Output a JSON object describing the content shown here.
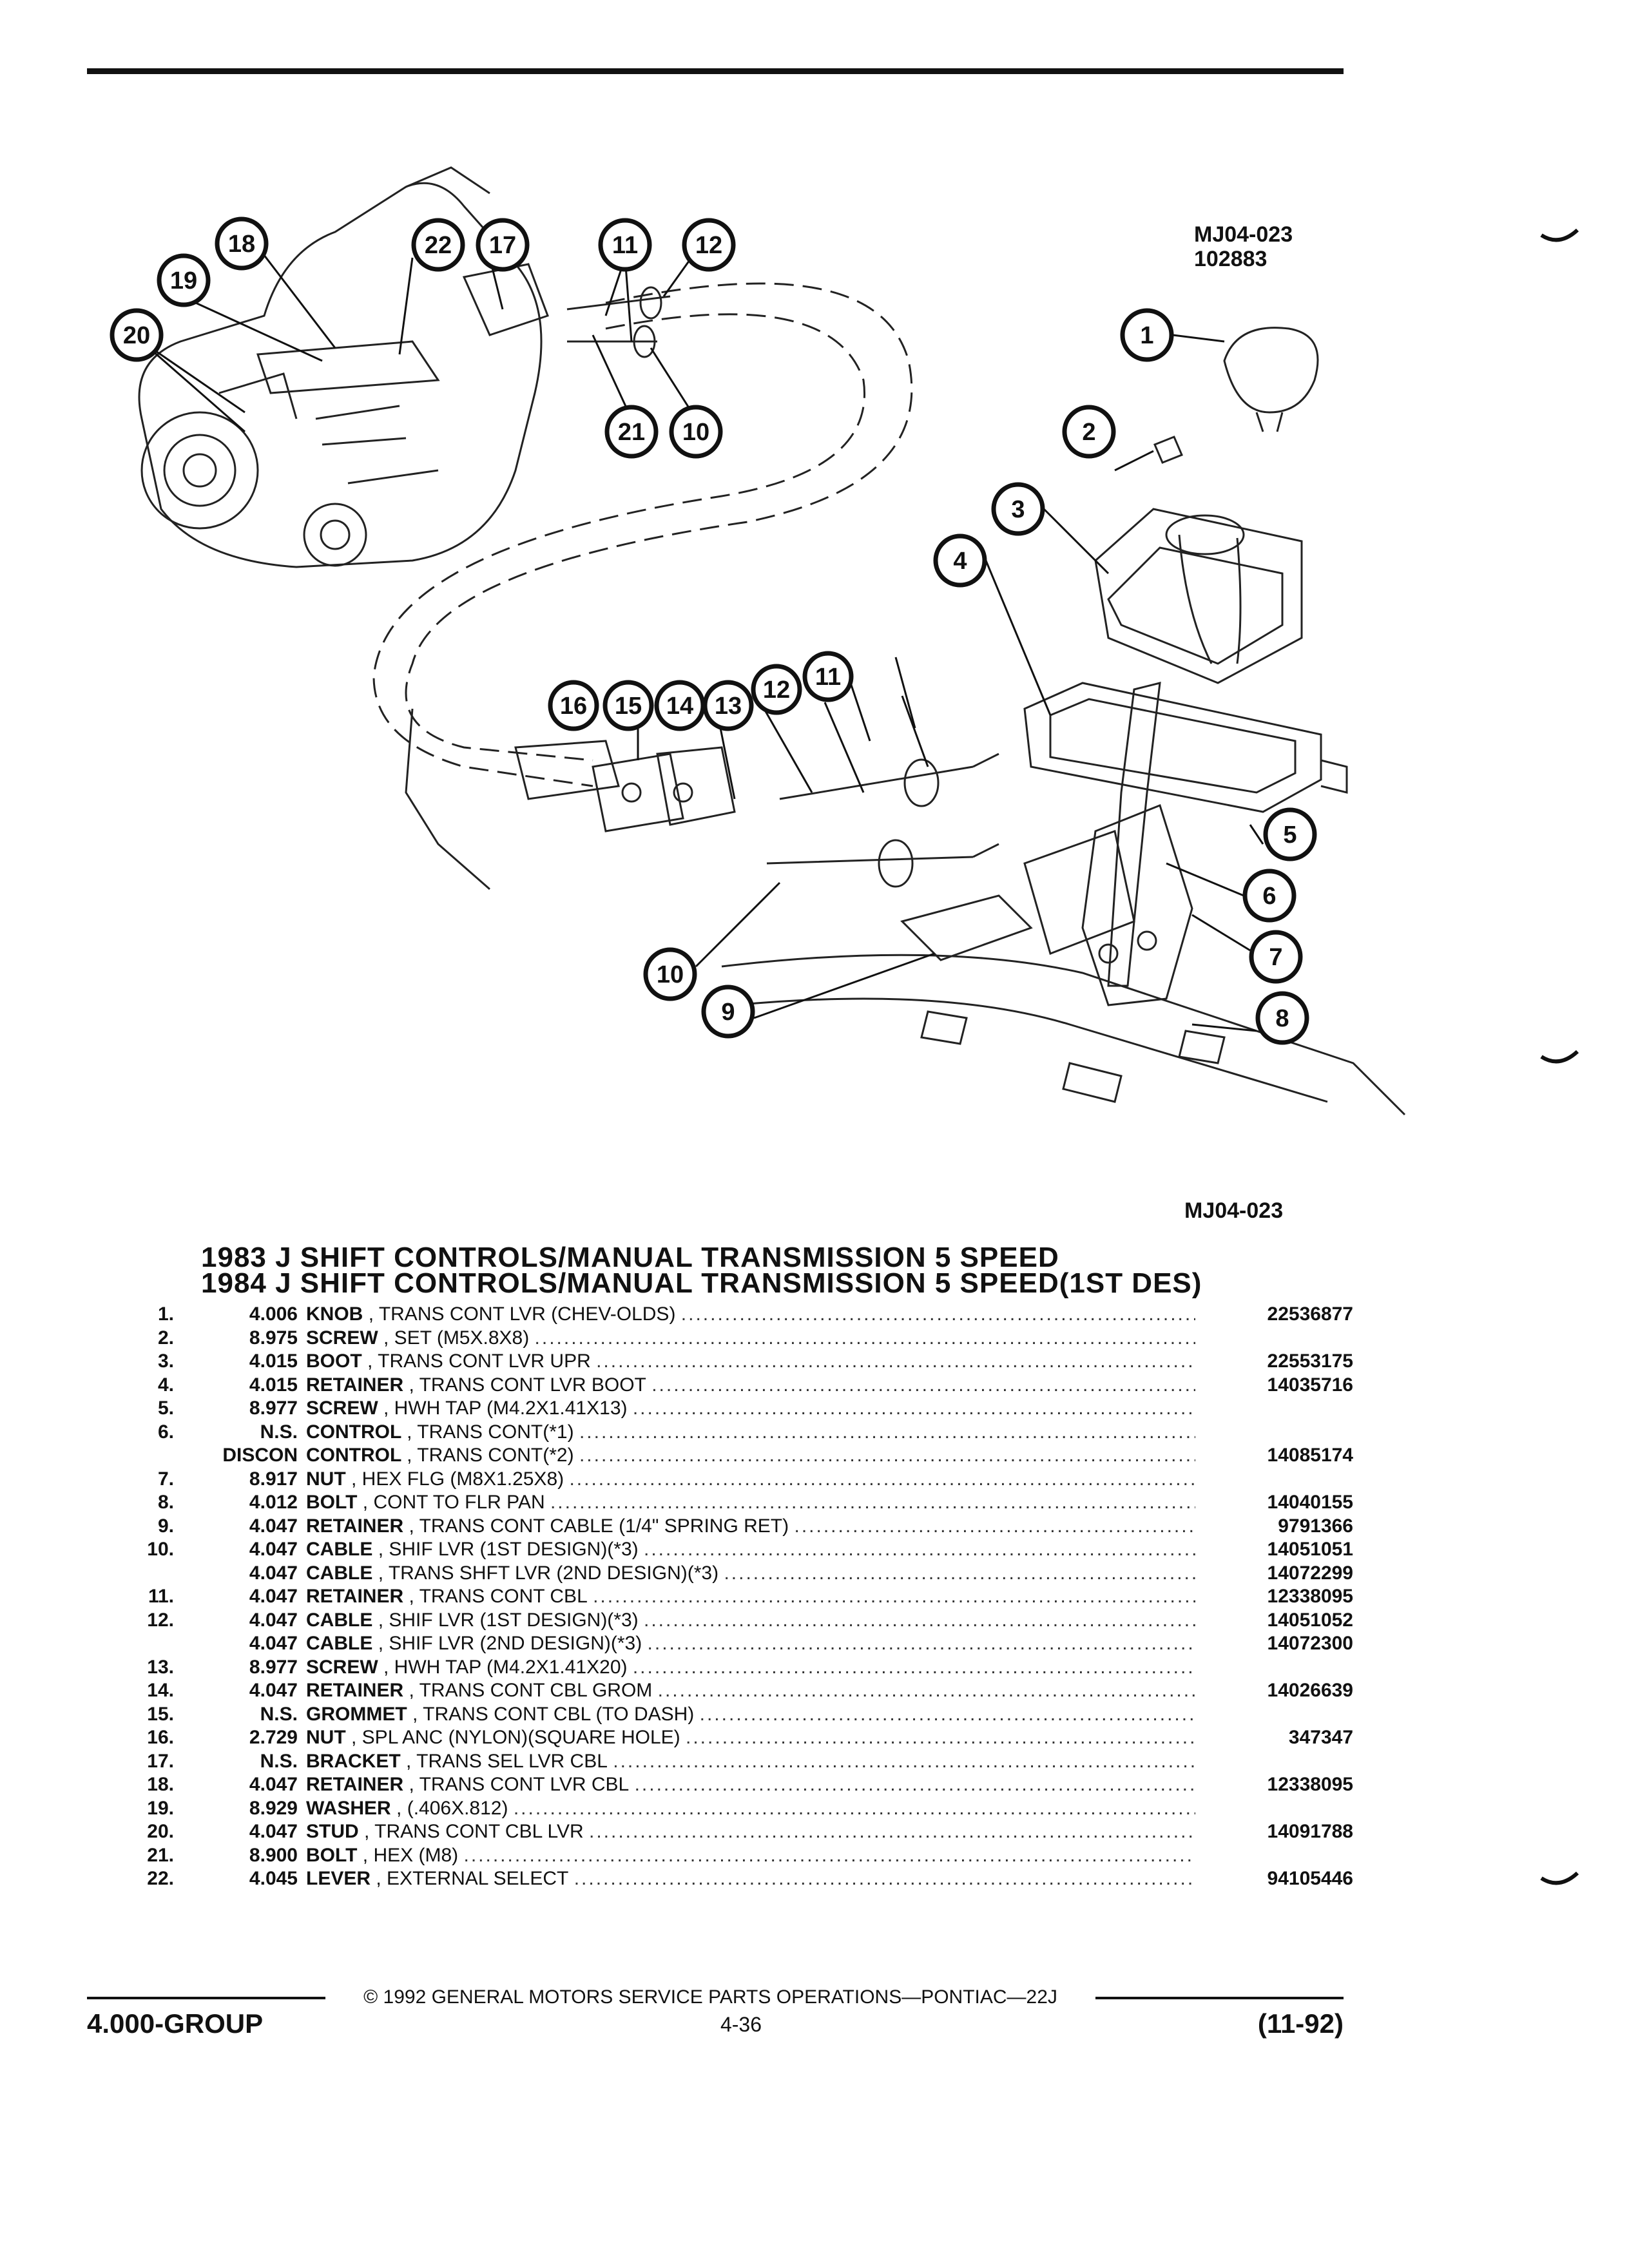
{
  "figure": {
    "code_top": "MJ04-023",
    "date_code": "102883",
    "code_bottom": "MJ04-023",
    "callouts": [
      "1",
      "2",
      "3",
      "4",
      "5",
      "6",
      "7",
      "8",
      "9",
      "10",
      "10",
      "11",
      "11",
      "12",
      "12",
      "13",
      "14",
      "15",
      "16",
      "17",
      "18",
      "19",
      "20",
      "21",
      "22"
    ]
  },
  "titles": [
    "1983 J SHIFT CONTROLS/MANUAL TRANSMISSION 5 SPEED",
    "1984 J SHIFT CONTROLS/MANUAL TRANSMISSION 5 SPEED(1ST DES)"
  ],
  "parts": [
    {
      "index": "1.",
      "group": "4.006",
      "name": "KNOB",
      "detail": ", TRANS CONT LVR (CHEV-OLDS)",
      "part": "22536877"
    },
    {
      "index": "2.",
      "group": "8.975",
      "name": "SCREW",
      "detail": ", SET (M5X.8X8)",
      "part": ""
    },
    {
      "index": "3.",
      "group": "4.015",
      "name": "BOOT",
      "detail": ", TRANS CONT LVR UPR",
      "part": "22553175"
    },
    {
      "index": "4.",
      "group": "4.015",
      "name": "RETAINER",
      "detail": ", TRANS CONT LVR BOOT",
      "part": "14035716"
    },
    {
      "index": "5.",
      "group": "8.977",
      "name": "SCREW",
      "detail": ", HWH TAP (M4.2X1.41X13)",
      "part": ""
    },
    {
      "index": "6.",
      "group": "N.S.",
      "name": "CONTROL",
      "detail": ", TRANS CONT(*1)",
      "part": ""
    },
    {
      "index": "",
      "group": "DISCON",
      "name": "CONTROL",
      "detail": ", TRANS CONT(*2)",
      "part": "14085174"
    },
    {
      "index": "7.",
      "group": "8.917",
      "name": "NUT",
      "detail": ", HEX FLG (M8X1.25X8)",
      "part": ""
    },
    {
      "index": "8.",
      "group": "4.012",
      "name": "BOLT",
      "detail": ", CONT TO FLR PAN",
      "part": "14040155"
    },
    {
      "index": "9.",
      "group": "4.047",
      "name": "RETAINER",
      "detail": ", TRANS CONT CABLE (1/4\" SPRING RET)",
      "part": "9791366"
    },
    {
      "index": "10.",
      "group": "4.047",
      "name": "CABLE",
      "detail": ", SHIF LVR (1ST DESIGN)(*3)",
      "part": "14051051"
    },
    {
      "index": "",
      "group": "4.047",
      "name": "CABLE",
      "detail": ", TRANS SHFT LVR (2ND DESIGN)(*3)",
      "part": "14072299"
    },
    {
      "index": "11.",
      "group": "4.047",
      "name": "RETAINER",
      "detail": ", TRANS CONT CBL",
      "part": "12338095"
    },
    {
      "index": "12.",
      "group": "4.047",
      "name": "CABLE",
      "detail": ", SHIF LVR (1ST DESIGN)(*3)",
      "part": "14051052"
    },
    {
      "index": "",
      "group": "4.047",
      "name": "CABLE",
      "detail": ", SHIF LVR (2ND DESIGN)(*3)",
      "part": "14072300"
    },
    {
      "index": "13.",
      "group": "8.977",
      "name": "SCREW",
      "detail": ", HWH TAP (M4.2X1.41X20)",
      "part": ""
    },
    {
      "index": "14.",
      "group": "4.047",
      "name": "RETAINER",
      "detail": ", TRANS CONT CBL GROM",
      "part": "14026639"
    },
    {
      "index": "15.",
      "group": "N.S.",
      "name": "GROMMET",
      "detail": ", TRANS CONT CBL (TO DASH)",
      "part": ""
    },
    {
      "index": "16.",
      "group": "2.729",
      "name": "NUT",
      "detail": ", SPL ANC (NYLON)(SQUARE HOLE)",
      "part": "347347"
    },
    {
      "index": "17.",
      "group": "N.S.",
      "name": "BRACKET",
      "detail": ", TRANS SEL LVR CBL",
      "part": ""
    },
    {
      "index": "18.",
      "group": "4.047",
      "name": "RETAINER",
      "detail": ", TRANS CONT LVR CBL",
      "part": "12338095"
    },
    {
      "index": "19.",
      "group": "8.929",
      "name": "WASHER",
      "detail": ", (.406X.812)",
      "part": ""
    },
    {
      "index": "20.",
      "group": "4.047",
      "name": "STUD",
      "detail": ", TRANS CONT CBL LVR",
      "part": "14091788"
    },
    {
      "index": "21.",
      "group": "8.900",
      "name": "BOLT",
      "detail": ", HEX (M8)",
      "part": ""
    },
    {
      "index": "22.",
      "group": "4.045",
      "name": "LEVER",
      "detail": ", EXTERNAL SELECT",
      "part": "94105446"
    }
  ],
  "footer": {
    "copyright": "© 1992 GENERAL MOTORS SERVICE PARTS OPERATIONS—PONTIAC—22J",
    "group": "4.000-GROUP",
    "page": "4-36",
    "date": "(11-92)"
  }
}
